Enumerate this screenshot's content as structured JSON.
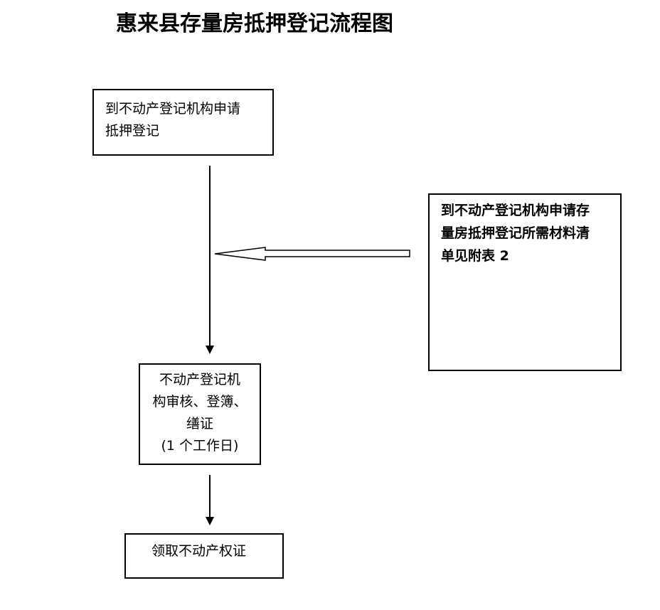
{
  "title": "惠来县存量房抵押登记流程图",
  "steps": {
    "apply": {
      "lines": [
        "到不动产登记机构申请",
        "抵押登记"
      ]
    },
    "materials": {
      "lines": [
        "到不动产登记机构申请存",
        "量房抵押登记所需材料清",
        "单见附表 2"
      ]
    },
    "review": {
      "lines": [
        "不动产登记机",
        "构审核、登簿、",
        "缮证",
        "(1 个工作日)"
      ]
    },
    "collect": {
      "lines": [
        "领取不动产权证"
      ]
    }
  }
}
